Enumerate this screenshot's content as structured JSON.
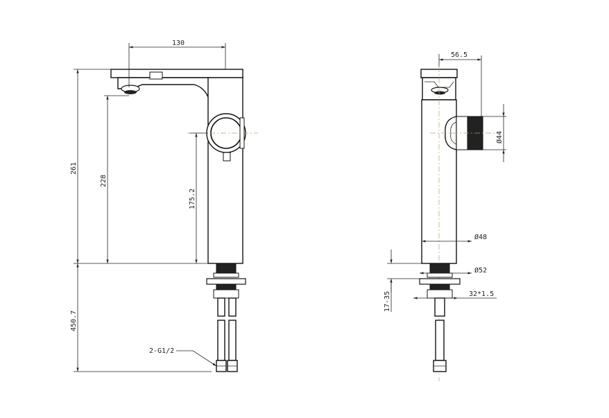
{
  "dimensions": {
    "spout_reach": "130",
    "total_height": "261",
    "spout_height": "228",
    "handle_height": "175.2",
    "hose_length": "450.7",
    "connector": "2-G1/2",
    "side_reach": "56.5",
    "handle_diameter": "Ø44",
    "body_diameter": "Ø48",
    "base_diameter": "Ø52",
    "thickness_range": "17-35",
    "thread": "32*1.5"
  },
  "colors": {
    "line": "#111111",
    "center_line": "#b8a070"
  }
}
